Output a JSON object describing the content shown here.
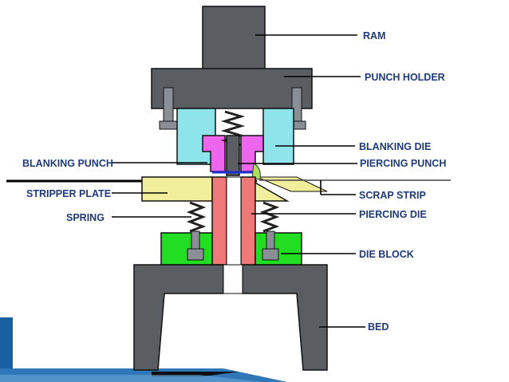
{
  "labels": {
    "ram": "RAM",
    "punch_holder": "PUNCH HOLDER",
    "blanking_die": "BLANKING DIE",
    "piercing_punch": "PIERCING PUNCH",
    "scrap_strip": "SCRAP STRIP",
    "piercing_die": "PIERCING DIE",
    "die_block": "DIE BLOCK",
    "bed": "BED",
    "blanking_punch": "BLANKING PUNCH",
    "stripper_plate": "STRIPPER PLATE",
    "spring": "SPRING"
  },
  "colors": {
    "steel": "#5a5e63",
    "blanking_die": "#8ee4ea",
    "punch_magenta": "#ee66ee",
    "stripper_yellow": "#f2ef9c",
    "piercing_die_red": "#f07878",
    "die_block_green": "#22dd22",
    "label_blue": "#1f3a7a",
    "accent_blue": "#1a5fa0"
  }
}
